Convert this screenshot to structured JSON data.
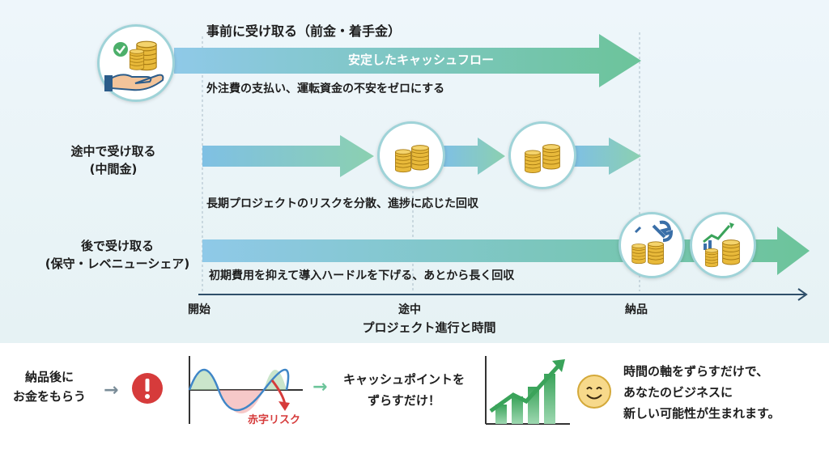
{
  "rows": {
    "advance": {
      "title": "事前に受け取る（前金・着手金）",
      "arrow_text": "安定したキャッシュフロー",
      "caption": "外注費の支払い、運転資金の不安をゼロにする"
    },
    "midway": {
      "title_line1": "途中で受け取る",
      "title_line2": "(中間金)",
      "caption": "長期プロジェクトのリスクを分散、進捗に応じた回収"
    },
    "later": {
      "title_line1": "後で受け取る",
      "title_line2": "(保守・レベニューシェア)",
      "caption": "初期費用を抑えて導入ハードルを下げる、あとから長く回収"
    }
  },
  "timeline": {
    "start": "開始",
    "middle": "途中",
    "delivery": "納品",
    "axis_title": "プロジェクト進行と時間"
  },
  "bottom": {
    "problem_line1": "納品後に",
    "problem_line2": "お金をもらう",
    "risk_label": "赤字リスク",
    "solution_line1": "キャッシュポイントを",
    "solution_line2": "ずらすだけ！",
    "closing_line1": "時間の軸をずらすだけで、",
    "closing_line2": "あなたのビジネスに",
    "closing_line3": "新しい可能性が生まれます。"
  },
  "colors": {
    "arrow_start": "#8fc9e8",
    "arrow_end": "#6cc49a",
    "coin": "#e8b93a",
    "risk_red": "#d63b3b",
    "wave_blue": "#3f86c7",
    "growth_green": "#3aa35a"
  }
}
